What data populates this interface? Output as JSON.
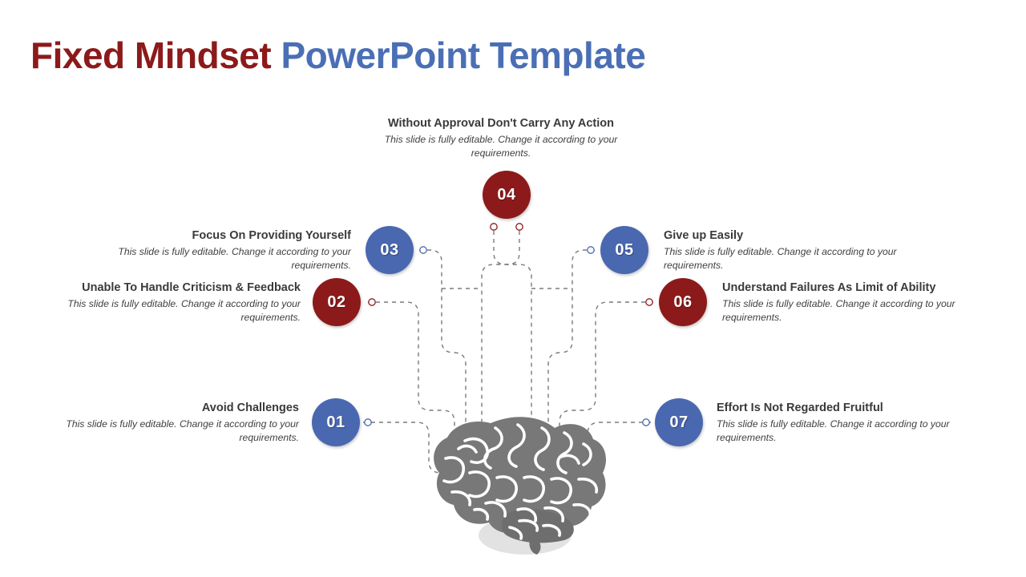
{
  "slide": {
    "title_part1": "Fixed Mindset ",
    "title_part2": "PowerPoint Template",
    "background_color": "#ffffff"
  },
  "colors": {
    "red": "#8C1A1A",
    "blue": "#4A68B0",
    "title_red": "#8C1A1A",
    "title_blue": "#4A6FB5",
    "heading_text": "#3A3A3A",
    "body_text": "#404040",
    "connector_line": "#7A7A7A",
    "brain_fill": "#787878",
    "brain_shadow": "#E2E2E2"
  },
  "center_graphic": {
    "icon": "brain-icon",
    "label": "Brain illustration"
  },
  "body_text_default": "This slide is fully editable. Change it according to your requirements.",
  "nodes": [
    {
      "number": "01",
      "color": "blue",
      "heading": "Avoid Challenges",
      "body": "This slide is fully editable. Change it according to your requirements.",
      "align": "right",
      "side": "left"
    },
    {
      "number": "02",
      "color": "red",
      "heading": "Unable To Handle Criticism & Feedback",
      "body": "This slide is fully editable. Change it according to your requirements.",
      "align": "right",
      "side": "left"
    },
    {
      "number": "03",
      "color": "blue",
      "heading": "Focus On Providing Yourself",
      "body": "This slide is fully editable. Change it according to your requirements.",
      "align": "right",
      "side": "left"
    },
    {
      "number": "04",
      "color": "red",
      "heading": "Without Approval Don't Carry Any Action",
      "body": "This slide is fully editable. Change it according to your requirements.",
      "align": "center",
      "side": "top"
    },
    {
      "number": "05",
      "color": "blue",
      "heading": "Give up Easily",
      "body": "This slide is fully editable. Change it according to your requirements.",
      "align": "left",
      "side": "right"
    },
    {
      "number": "06",
      "color": "red",
      "heading": "Understand Failures As Limit of Ability",
      "body": "This slide is fully editable. Change it according to your requirements.",
      "align": "left",
      "side": "right"
    },
    {
      "number": "07",
      "color": "blue",
      "heading": "Effort Is Not Regarded Fruitful",
      "body": "This slide is fully editable. Change it according to your requirements.",
      "align": "left",
      "side": "right"
    }
  ]
}
